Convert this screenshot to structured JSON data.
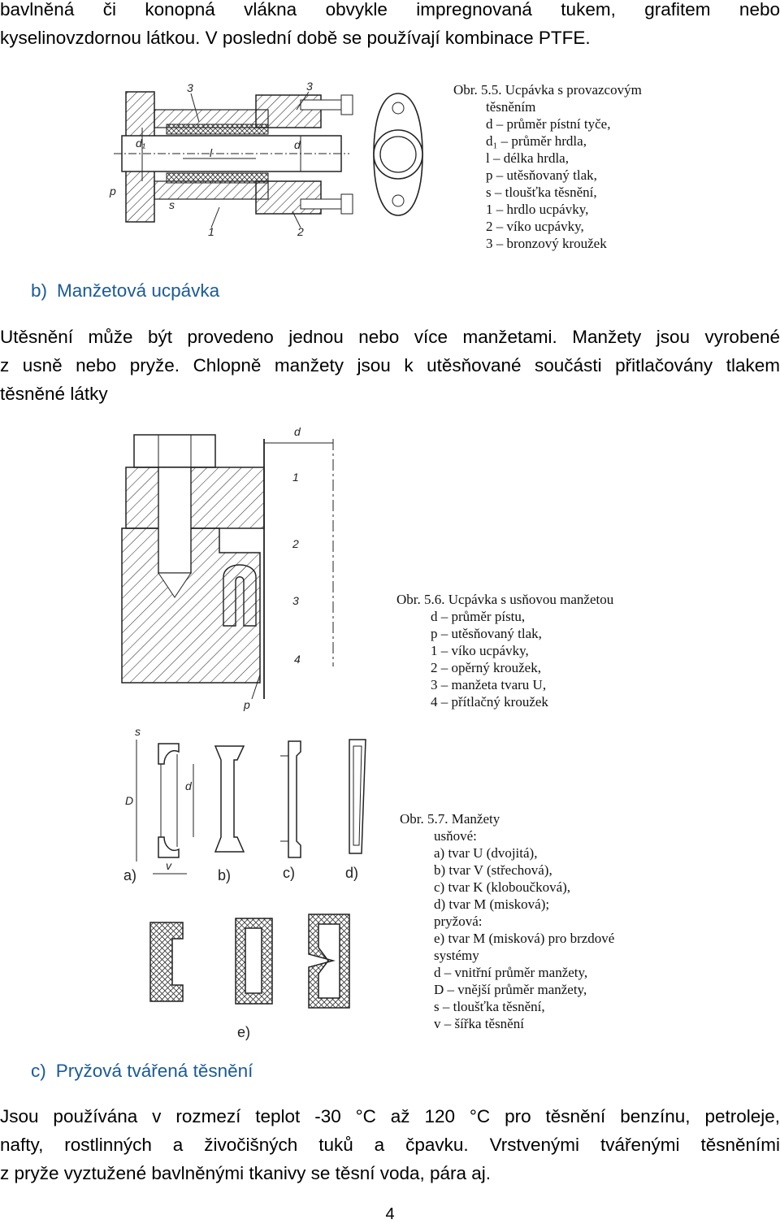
{
  "intro": {
    "line1": "bavlněná či konopná vlákna obvykle impregnovaná tukem, grafitem nebo",
    "line2": "kyselinovzdornou látkou. V poslední době se používají kombinace PTFE."
  },
  "figure_5_5": {
    "caption": [
      "Obr. 5.5. Ucpávka s provazcovým",
      "těsněním",
      "d – průměr pístní tyče,",
      "d₁ – průměr hrdla,",
      "l – délka hrdla,",
      "p – utěsňovaný tlak,",
      "s – tloušťka těsnění,",
      "1 – hrdlo ucpávky,",
      "2 – víko ucpávky,",
      "3 – bronzový kroužek"
    ],
    "labels": {
      "l3a": "3",
      "l3b": "3",
      "d1": "d₁",
      "d": "d",
      "l": "l",
      "p": "p",
      "s": "s",
      "n1": "1",
      "n2": "2"
    }
  },
  "section_b": {
    "letter": "b)",
    "title": "Manžetová ucpávka",
    "text_line1": "Utěsnění může být provedeno jednou nebo více manžetami. Manžety jsou vyrobené",
    "text_line2": "z usně nebo pryže. Chlopně manžety jsou k utěsňované součásti přitlačovány tlakem",
    "text_line3": "těsněné látky"
  },
  "figure_5_6": {
    "caption": [
      "Obr. 5.6. Ucpávka s usňovou manžetou",
      "d – průměr pístu,",
      "p – utěsňovaný tlak,",
      "1 – víko ucpávky,",
      "2 – opěrný kroužek,",
      "3 – manžeta tvaru U,",
      "4 – přítlačný kroužek"
    ],
    "labels": {
      "d": "d",
      "n1": "1",
      "n2": "2",
      "n3": "3",
      "n4": "4",
      "p": "p"
    }
  },
  "figure_5_7": {
    "caption": [
      "Obr. 5.7. Manžety",
      "usňové:",
      "a) tvar U (dvojitá),",
      "b) tvar V (střechová),",
      "c) tvar K (kloboučková),",
      "d) tvar M (misková);",
      "pryžová:",
      "e) tvar M (misková) pro brzdové",
      "systémy",
      "d – vnitřní průměr manžety,",
      "D – vnější průměr manžety,",
      "s – tloušťka těsnění,",
      "v – šířka těsnění"
    ],
    "labels": {
      "a": "a)",
      "b": "b)",
      "c": "c)",
      "d": "d)",
      "e": "e)",
      "s": "s",
      "D": "D",
      "dd": "d",
      "v": "v"
    }
  },
  "section_c": {
    "letter": "c)",
    "title": "Pryžová tvářená těsnění",
    "text_line1": "Jsou používána v rozmezí teplot -30 °C až 120 °C pro těsnění benzínu, petroleje,",
    "text_line2": "nafty, rostlinných a živočišných tuků a čpavku. Vrstvenými tvářenými těsněními",
    "text_line3": "z pryže vyztužené bavlněnými tkanivy se těsní voda, pára aj."
  },
  "page_number": "4"
}
